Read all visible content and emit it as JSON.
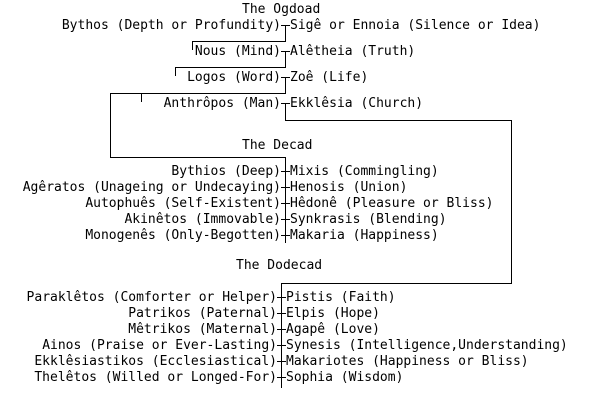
{
  "diagram": {
    "title_ogdoad": "The Ogdoad",
    "title_decad": "The Decad",
    "title_dodecad": "The Dodecad",
    "ogdoad": {
      "pairs": [
        {
          "left": "Bythos (Depth or Profundity)",
          "right": "Sigê or Ennoia (Silence or Idea)"
        },
        {
          "left": "Nous (Mind)",
          "right": "Alêtheia (Truth)"
        },
        {
          "left": "Logos (Word)",
          "right": "Zoê (Life)"
        },
        {
          "left": "Anthrôpos (Man)",
          "right": "Ekklêsia (Church)"
        }
      ]
    },
    "decad": {
      "pairs": [
        {
          "left": "Bythios (Deep)",
          "right": "Mixis (Commingling)"
        },
        {
          "left": "Agêratos (Unageing or Undecaying)",
          "right": "Henosis (Union)"
        },
        {
          "left": "Autophuês (Self-Existent)",
          "right": "Hêdonê (Pleasure or Bliss)"
        },
        {
          "left": "Akinêtos (Immovable)",
          "right": "Synkrasis (Blending)"
        },
        {
          "left": "Monogenês (Only-Begotten)",
          "right": "Makaria (Happiness)"
        }
      ]
    },
    "dodecad": {
      "pairs": [
        {
          "left": "Paraklêtos (Comforter or Helper)",
          "right": "Pistis (Faith)"
        },
        {
          "left": "Patrikos (Paternal)",
          "right": "Elpis (Hope)"
        },
        {
          "left": "Mêtrikos (Maternal)",
          "right": "Agapê (Love)"
        },
        {
          "left": "Ainos (Praise or Ever-Lasting)",
          "right": "Synesis (Intelligence,Understanding)"
        },
        {
          "left": "Ekklêsiastikos (Ecclesiastical)",
          "right": "Makariotes (Happiness or Bliss)"
        },
        {
          "left": "Thelêtos (Willed or Longed-For)",
          "right": "Sophia (Wisdom)"
        }
      ]
    },
    "colors": {
      "ink": "#000000",
      "paper": "#ffffff"
    }
  }
}
